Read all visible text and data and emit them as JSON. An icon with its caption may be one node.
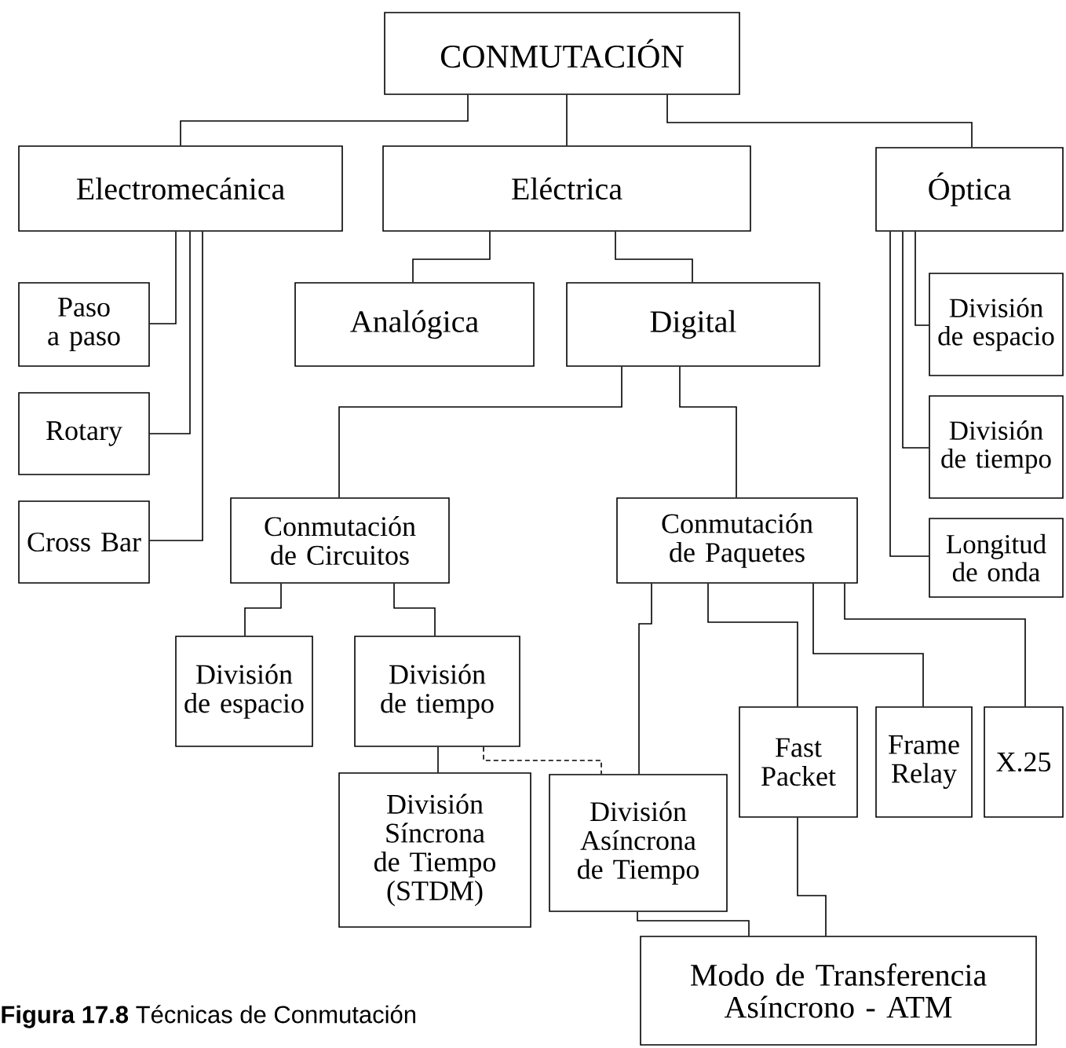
{
  "diagram": {
    "caption": "**Figura 17.8**   Técnicas de Conmutación",
    "nodes": [
      {
        "text": [
          "CONMUTACIÓN"
        ]
      },
      {
        "text": [
          "Electromecánica"
        ]
      },
      {
        "text": [
          "Eléctrica"
        ]
      },
      {
        "text": [
          "Óptica"
        ]
      },
      {
        "text": [
          "Paso a paso"
        ]
      },
      {
        "text": [
          "Rotary"
        ]
      },
      {
        "text": [
          "Cross Bar"
        ]
      },
      {
        "text": [
          "Analógica"
        ]
      },
      {
        "text": [
          "Digital"
        ]
      },
      {
        "text": [
          "División de espacio"
        ]
      },
      {
        "text": [
          "División de tiempo"
        ]
      },
      {
        "text": [
          "Longitud de onda"
        ]
      },
      {
        "text": [
          "Conmutación de Circuitos"
        ]
      },
      {
        "text": [
          "Conmutación de Paquetes"
        ]
      },
      {
        "text": [
          "División de espacio"
        ]
      },
      {
        "text": [
          "División de tiempo"
        ]
      },
      {
        "text": [
          "División Síncrona de Tiempo (STDM)"
        ]
      },
      {
        "text": [
          "División Asíncrona de Tiempo"
        ]
      },
      {
        "text": [
          "Fast Packet"
        ]
      },
      {
        "text": [
          "Frame Relay"
        ]
      },
      {
        "text": [
          "X.25"
        ]
      },
      {
        "text": [
          "Modo de Transferencia Asíncrono - ATM"
        ]
      }
    ],
    "edges": [
      {
        "from": 0,
        "to": 1,
        "arrow": "none"
      },
      {
        "from": 0,
        "to": 2,
        "arrow": "none"
      },
      {
        "from": 0,
        "to": 3,
        "arrow": "none"
      },
      {
        "from": 1,
        "to": 4,
        "arrow": "none"
      },
      {
        "from": 1,
        "to": 5,
        "arrow": "none"
      },
      {
        "from": 1,
        "to": 6,
        "arrow": "none"
      },
      {
        "from": 2,
        "to": 7,
        "arrow": "none"
      },
      {
        "from": 2,
        "to": 8,
        "arrow": "none"
      },
      {
        "from": 3,
        "to": 9,
        "arrow": "none"
      },
      {
        "from": 3,
        "to": 10,
        "arrow": "none"
      },
      {
        "from": 3,
        "to": 11,
        "arrow": "none"
      },
      {
        "from": 8,
        "to": 12,
        "arrow": "none"
      },
      {
        "from": 8,
        "to": 13,
        "arrow": "none"
      },
      {
        "from": 12,
        "to": 14,
        "arrow": "none"
      },
      {
        "from": 12,
        "to": 15,
        "arrow": "none"
      },
      {
        "from": 15,
        "to": 16,
        "arrow": "none"
      },
      {
        "from": 15,
        "to": 17,
        "arrow": "none",
        "style": "dashed"
      },
      {
        "from": 13,
        "to": 17,
        "arrow": "none"
      },
      {
        "from": 13,
        "to": 18,
        "arrow": "none"
      },
      {
        "from": 13,
        "to": 19,
        "arrow": "none"
      },
      {
        "from": 13,
        "to": 20,
        "arrow": "none"
      },
      {
        "from": 17,
        "to": 21,
        "arrow": "none"
      },
      {
        "from": 18,
        "to": 21,
        "arrow": "none"
      }
    ]
  }
}
